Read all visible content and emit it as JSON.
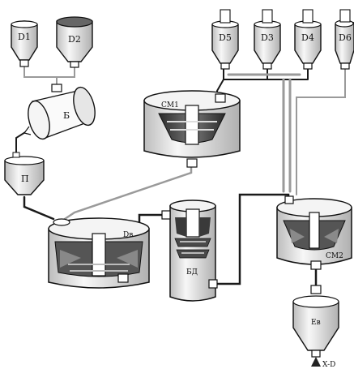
{
  "labels": {
    "d1": "D1",
    "d2": "D2",
    "d5": "D5",
    "d3": "D3",
    "d4": "D4",
    "d6": "D6",
    "b": "Б",
    "p": "П",
    "cm1": "CM1",
    "dv": "Dв",
    "bd": "БД",
    "cm2": "CM2",
    "ev": "Ев",
    "out": "X-D"
  },
  "colors": {
    "line": "#111111",
    "pipe_gray": "#9a9a9a",
    "pipe_dark": "#1a1a1a",
    "fill_light": "#f2f2f2",
    "fill_mid": "#c8c8c8",
    "fill_dark": "#4a4a4a"
  }
}
